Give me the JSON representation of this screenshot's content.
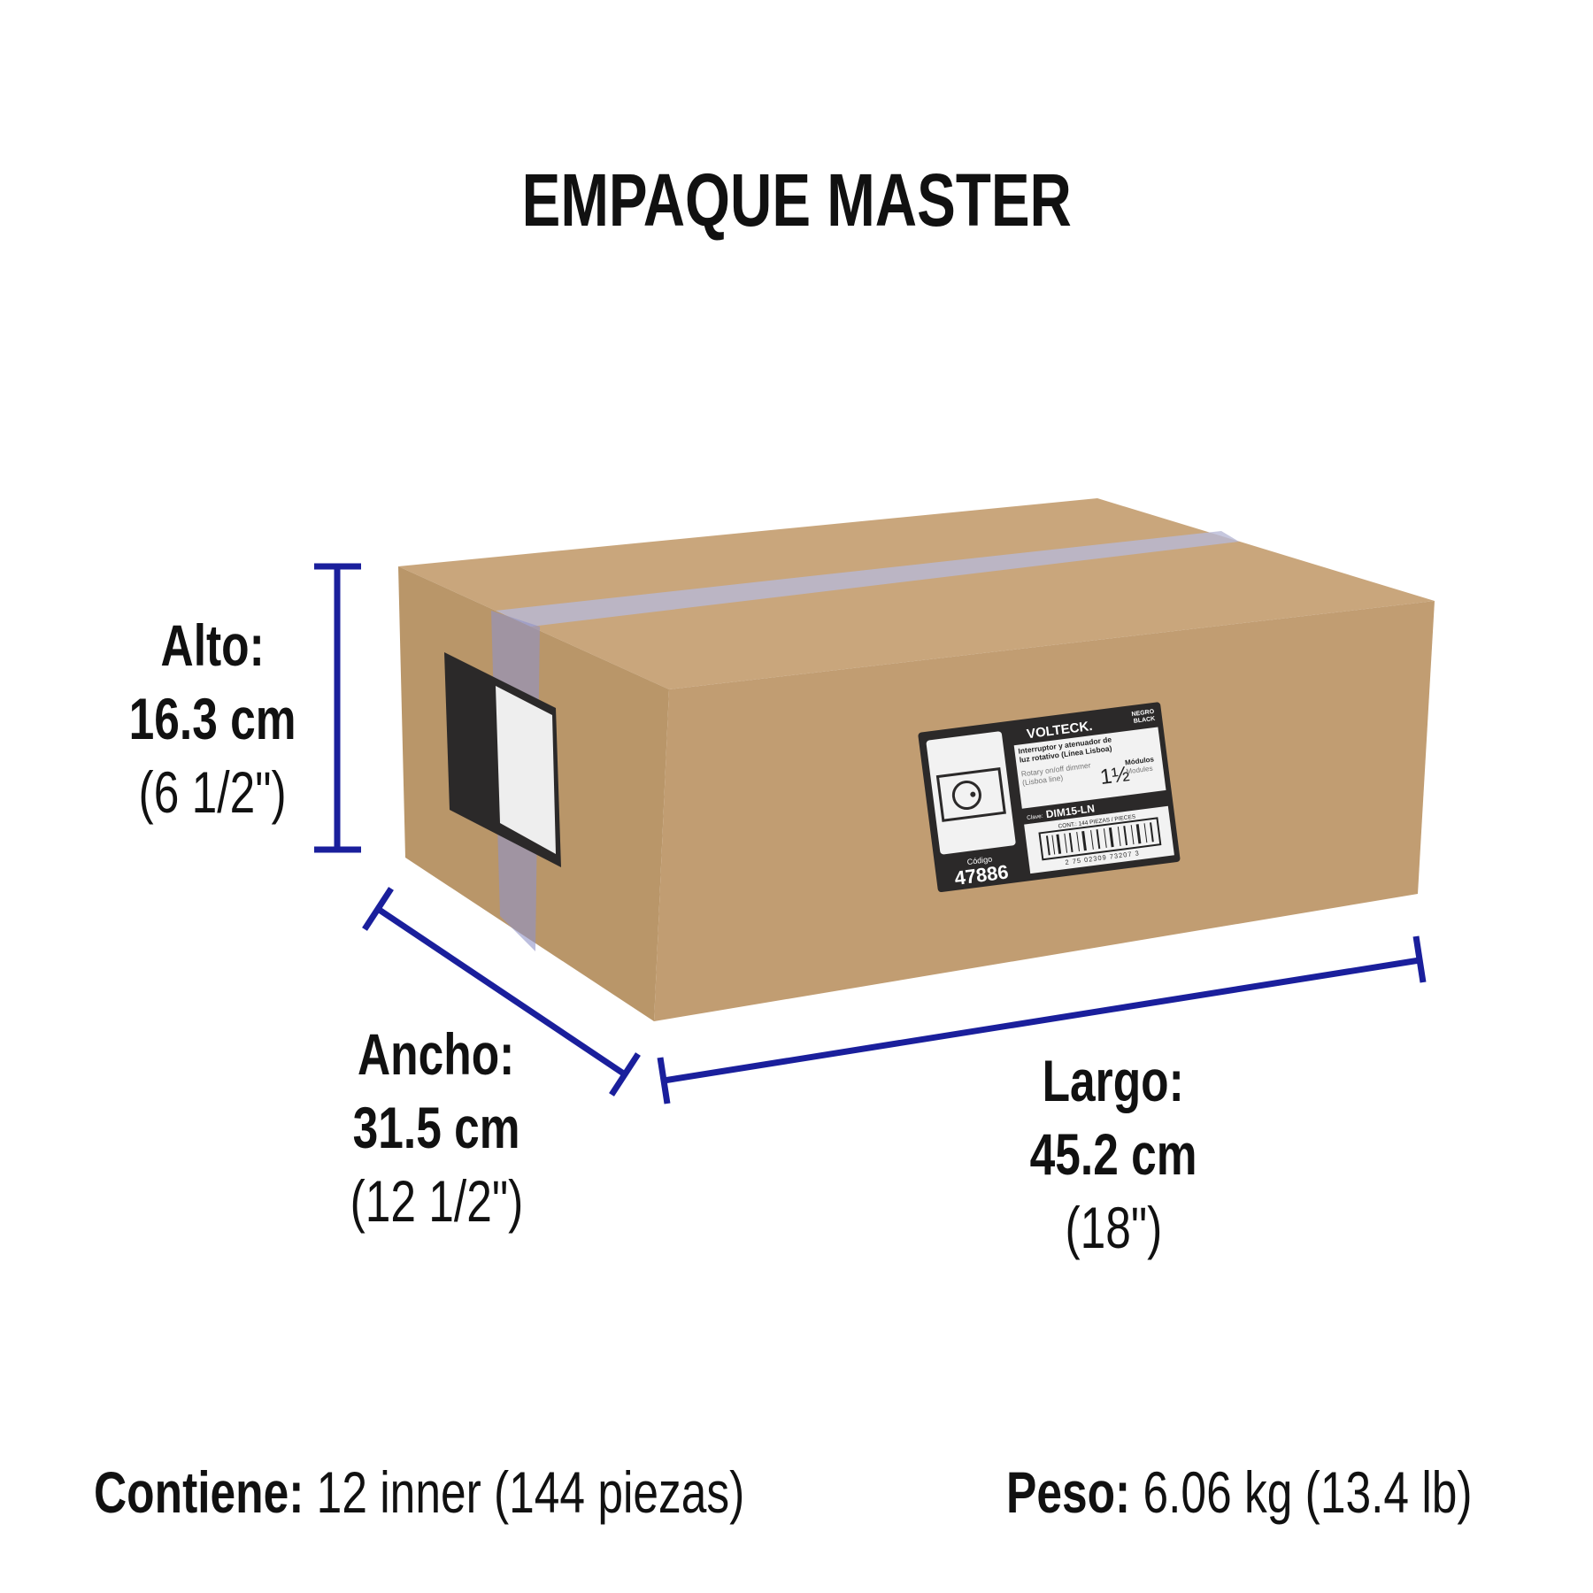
{
  "title": "EMPAQUE MASTER",
  "dimensions": {
    "alto": {
      "label": "Alto:",
      "metric": "16.3 cm",
      "imperial": "(6 1/2\")"
    },
    "ancho": {
      "label": "Ancho:",
      "metric": "31.5 cm",
      "imperial": "(12 1/2\")"
    },
    "largo": {
      "label": "Largo:",
      "metric": "45.2 cm",
      "imperial": "(18\")"
    }
  },
  "contiene": {
    "label": "Contiene:",
    "value": "12 inner (144 piezas)"
  },
  "peso": {
    "label": "Peso:",
    "value": "6.06 kg (13.4 lb)"
  },
  "colors": {
    "dimension_line": "#1a1f9c",
    "cardboard": "#c39e73",
    "label_bg": "#2b2929"
  },
  "box_label": {
    "brand": "VOLTECK.",
    "color_es": "NEGRO",
    "color_en": "BLACK",
    "desc_es": "Interruptor y atenuador de luz rotativo (Línea Lisboa)",
    "desc_en": "Rotary on/off dimmer (Lisboa line)",
    "modules": "1½",
    "modules_es": "Módulos",
    "modules_en": "Modules",
    "clave_label": "Clave:",
    "clave": "DIM15-LN",
    "cont": "CONT.: 144 PIEZAS / PIECES",
    "barcode": "2 75 02309 73207 3",
    "codigo_label": "Código",
    "codigo": "47886"
  }
}
